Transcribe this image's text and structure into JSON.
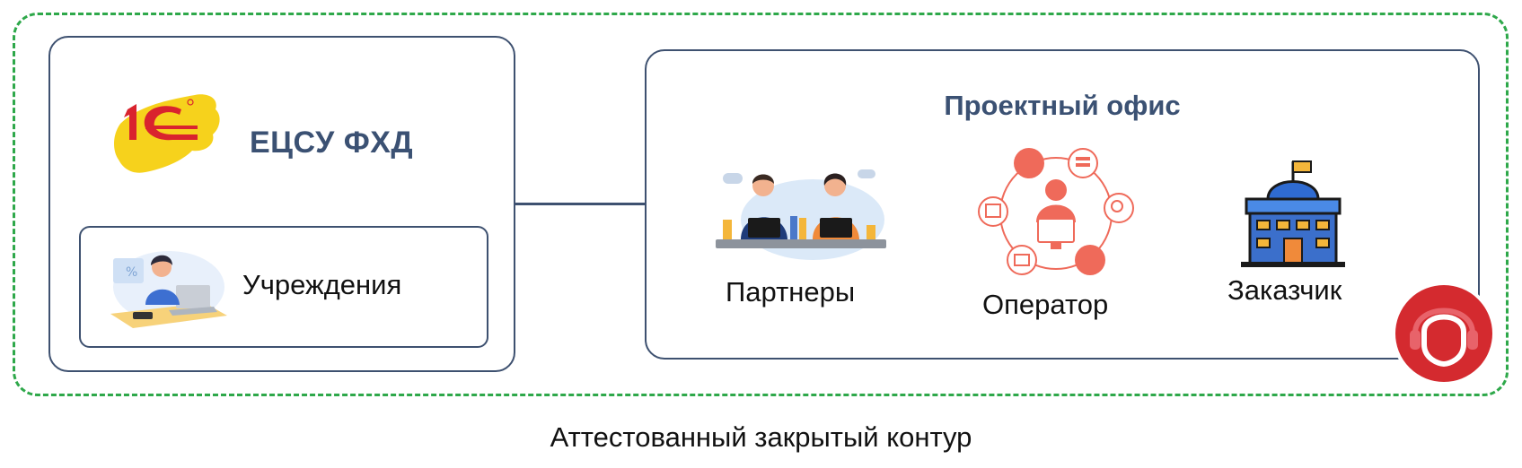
{
  "diagram": {
    "system_name": "ЕЦСУ ФХД",
    "logo_text": "1С",
    "institutions_label": "Учреждения",
    "project_office_title": "Проектный офис",
    "partners_label": "Партнеры",
    "operator_label": "Оператор",
    "customer_label": "Заказчик",
    "contour_caption": "Аттестованный закрытый контур"
  },
  "colors": {
    "contour_border": "#2ea84a",
    "box_border": "#3e5170",
    "title_text": "#3b5173",
    "logo_red": "#d9232e",
    "logo_yellow": "#f6d21c",
    "operator_accent": "#ef6a5a",
    "support_badge": "#d42a2f"
  },
  "icons": {
    "logo": "1c-logo-icon",
    "institutions": "accountant-woman-icon",
    "partners": "call-center-agents-icon",
    "operator": "operator-network-icon",
    "customer": "government-building-icon",
    "support": "headset-support-icon"
  }
}
